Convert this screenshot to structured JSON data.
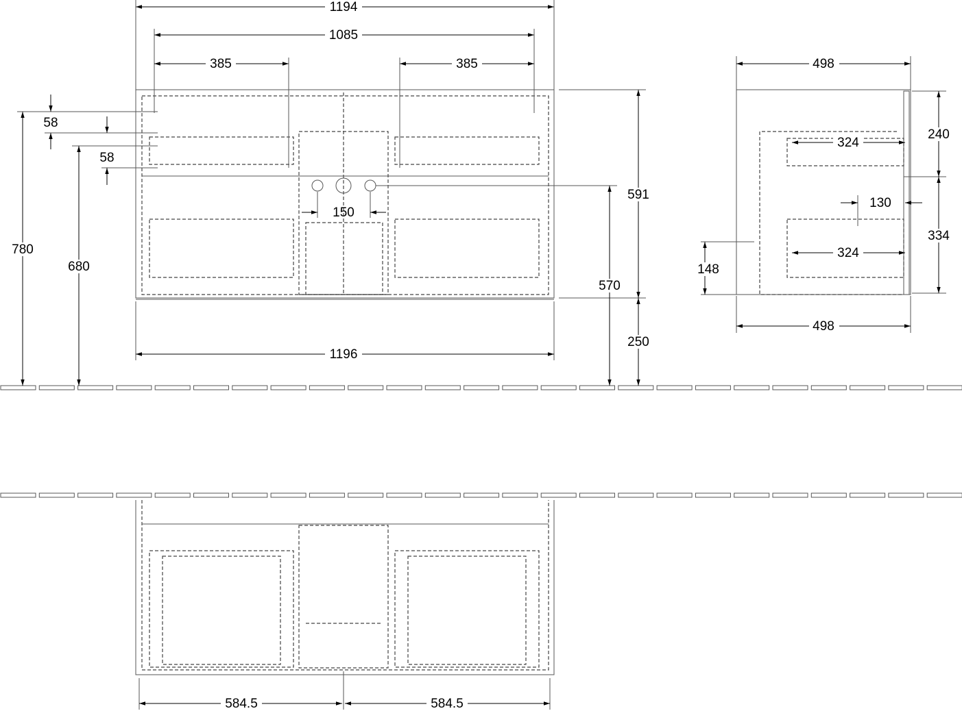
{
  "drawing": {
    "front_view": {
      "overall_width_top": "1194",
      "fixing_span": "1085",
      "drawer_left_width": "385",
      "drawer_right_width": "385",
      "fixing_offset_top": "58",
      "fixing_offset_second": "58",
      "height_top_fixing": "780",
      "height_second_fixing": "680",
      "cabinet_height": "591",
      "tap_spacing": "150",
      "waste_height": "570",
      "floor_clearance": "250",
      "overall_width_bottom": "1196"
    },
    "side_view": {
      "depth_top": "498",
      "upper_drawer_height": "240",
      "upper_drawer_depth": "324",
      "offset": "130",
      "lower_drawer_height": "334",
      "lower_drawer_depth": "324",
      "base_height": "148",
      "depth_bottom": "498"
    },
    "top_view": {
      "half_width_left": "584.5",
      "half_width_right": "584.5"
    }
  }
}
